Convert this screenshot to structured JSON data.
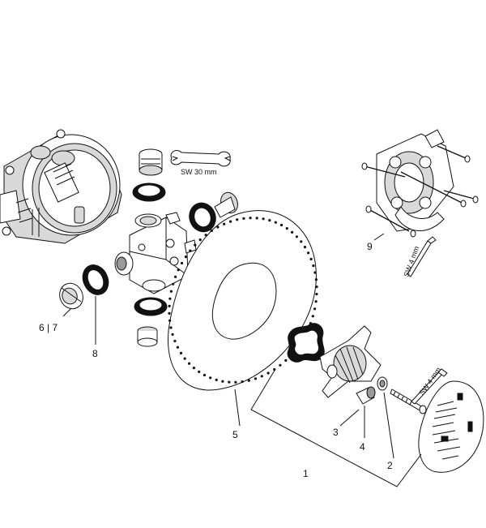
{
  "labels": {
    "p1": "1",
    "p2": "2",
    "p3": "3",
    "p4": "4",
    "p5": "5",
    "p67": "6 | 7",
    "p8": "8",
    "p9": "9"
  },
  "tools": {
    "wrench": "SW 30 mm",
    "hex_key_9": "SW 4 mm",
    "hex_key_2": "SW 4 mm"
  }
}
